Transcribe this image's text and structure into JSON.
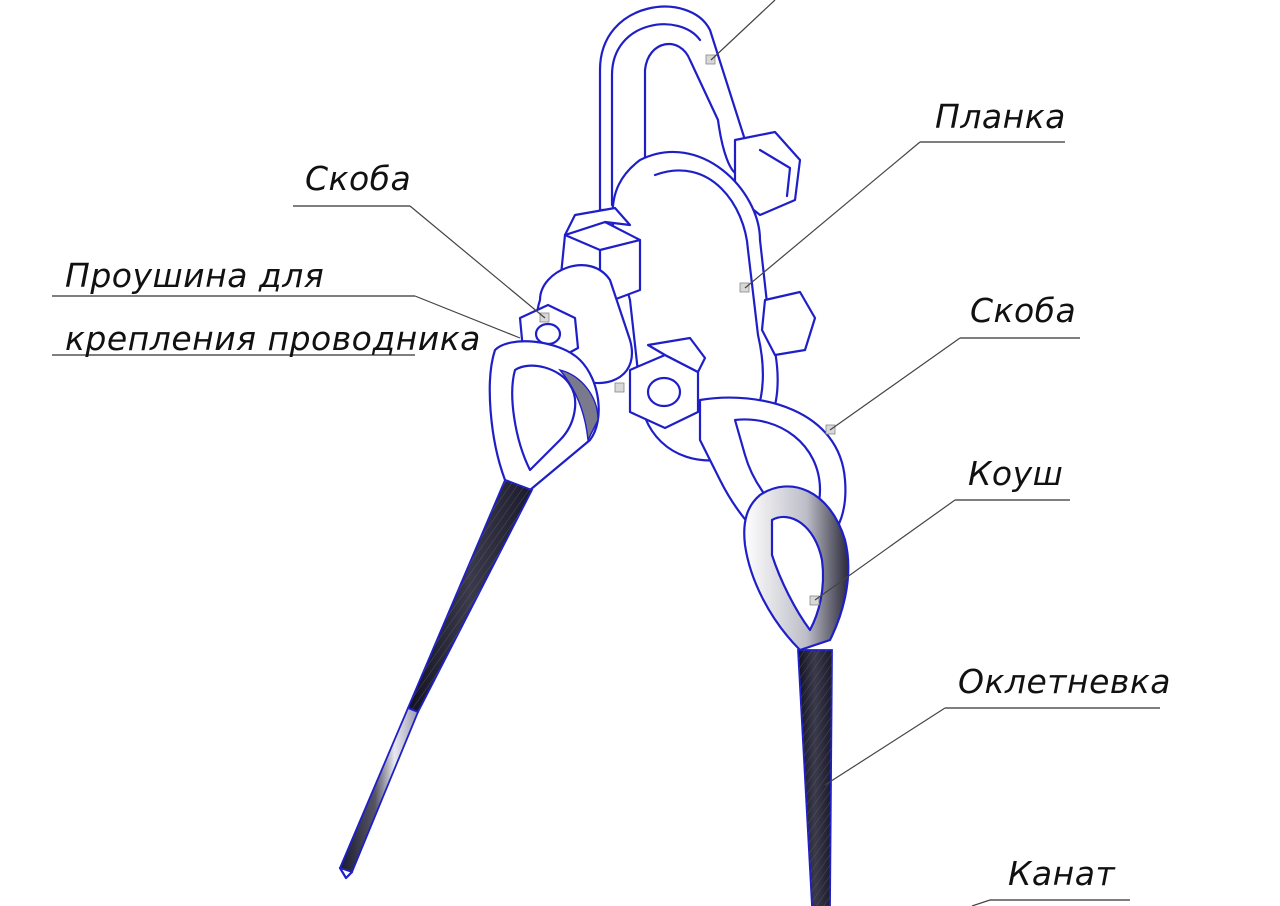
{
  "labels": {
    "planka": "Планка",
    "skoba_left": "Скоба",
    "proushina_line1": "Проушина для",
    "proushina_line2": "крепления проводника",
    "skoba_right": "Скоба",
    "koush": "Коуш",
    "okletnevka": "Оклетневка",
    "kanat": "Канат"
  },
  "colors": {
    "drawing_lines": "#1f1fc8",
    "label_text": "#111111",
    "leader_lines": "#444444",
    "background": "#ffffff"
  }
}
